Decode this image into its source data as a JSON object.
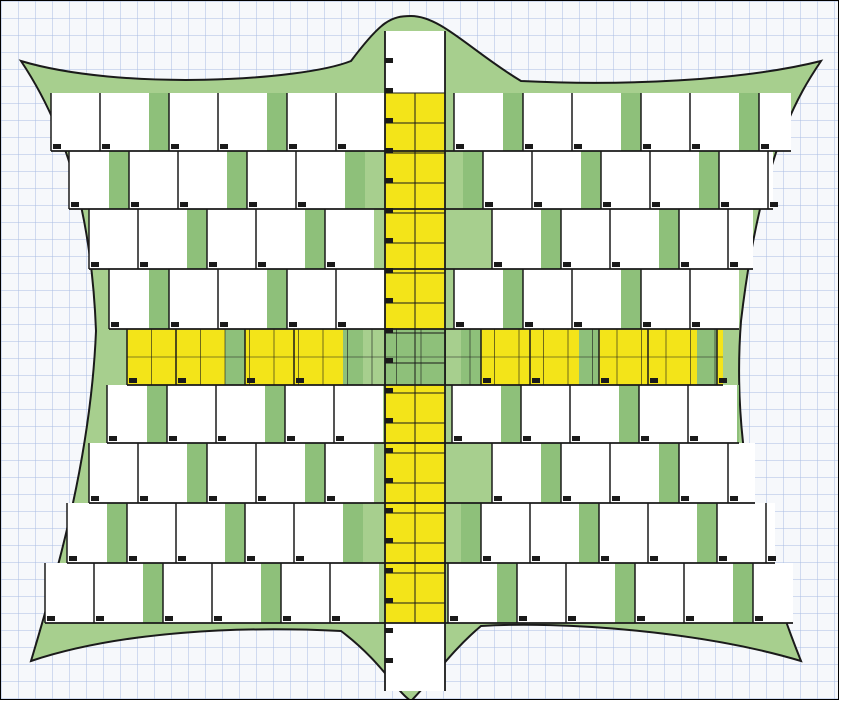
{
  "image": {
    "kind": "hand-drawn tiling pattern on graph paper",
    "colors": {
      "paper": "#f6f8fb",
      "grid_line": "#a9bde3",
      "frame_fill": "#a7cf8e",
      "green_strip": "#8ec07a",
      "yellow_tile": "#f3e419",
      "white_tile": "#ffffff",
      "outline": "#1a1a1a"
    },
    "pattern": {
      "rows": 9,
      "highlighted_row": 5,
      "highlighted_column": "central",
      "tile_grid_per_block": "2x2"
    }
  }
}
